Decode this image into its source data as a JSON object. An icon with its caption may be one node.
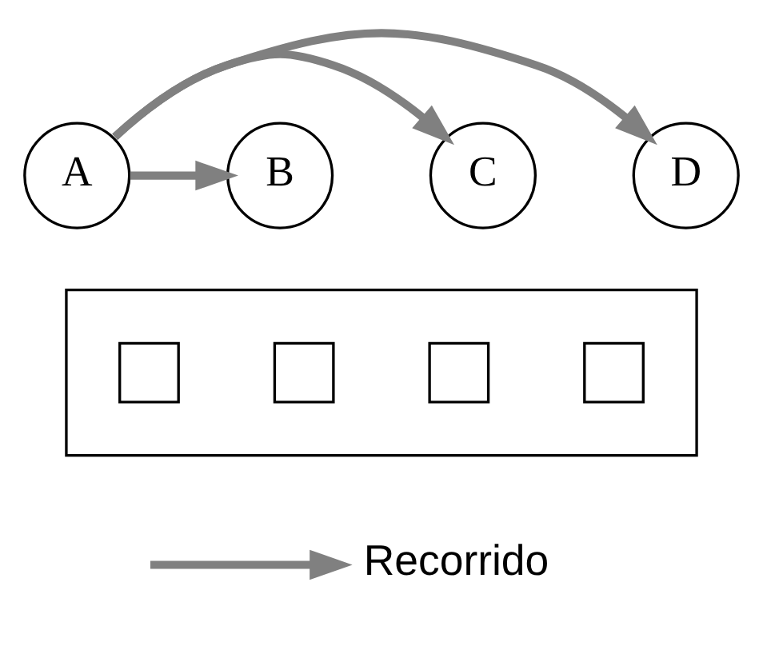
{
  "diagram": {
    "nodes": [
      {
        "text": [
          "A"
        ]
      },
      {
        "text": [
          "B"
        ]
      },
      {
        "text": [
          "C"
        ]
      },
      {
        "text": [
          "D"
        ]
      },
      {
        "text": [],
        "shape": "box"
      },
      {
        "text": [],
        "shape": "box",
        "in": 4
      },
      {
        "text": [],
        "shape": "box",
        "in": 4
      },
      {
        "text": [],
        "shape": "box",
        "in": 4
      },
      {
        "text": [],
        "shape": "box",
        "in": 4
      }
    ],
    "edges": [
      {
        "from": 0,
        "to": 1,
        "arrow": "to"
      },
      {
        "from": 0,
        "to": 2,
        "arrow": "to"
      },
      {
        "from": 0,
        "to": 3,
        "arrow": "to"
      }
    ],
    "legend": [
      {
        "text": "Recorrido"
      }
    ]
  }
}
